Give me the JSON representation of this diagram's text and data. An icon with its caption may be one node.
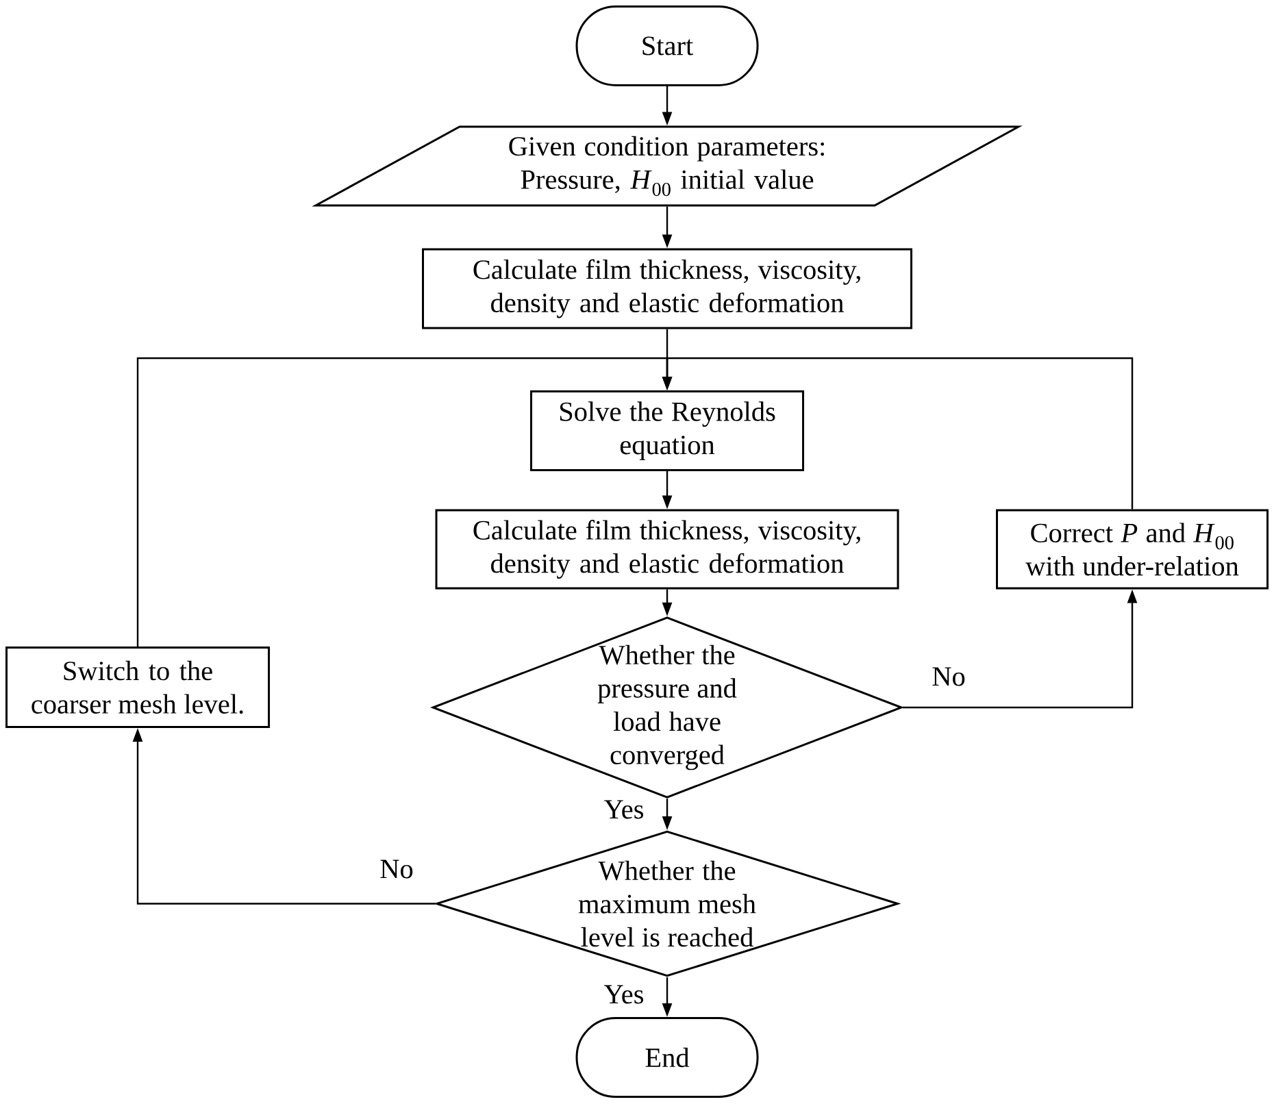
{
  "diagram": {
    "nodes": [
      {
        "text": [
          "Start"
        ]
      },
      {
        "text": [
          "Given condition parameters: Pressure, *H*$_{00}$ initial value"
        ]
      },
      {
        "text": [
          "Calculate film thickness, viscosity, density and elastic deformation"
        ]
      },
      {
        "text": [
          "Solve the Reynolds equation"
        ]
      },
      {
        "text": [
          "Calculate film thickness, viscosity, density and elastic deformation"
        ]
      },
      {
        "text": [
          "Correct *P* and *H*$_{00}$ with under-relation"
        ]
      },
      {
        "text": [
          "Whether the pressure and load have converged"
        ]
      },
      {
        "text": [
          "Switch to the coarser mesh level."
        ]
      },
      {
        "text": [
          "Whether the maximum mesh level is reached"
        ]
      },
      {
        "text": [
          "End"
        ]
      }
    ],
    "edges": [
      {
        "from": 0,
        "to": 1,
        "arrow": "to"
      },
      {
        "from": 1,
        "to": 2,
        "arrow": "to"
      },
      {
        "from": 2,
        "to": 3,
        "arrow": "to"
      },
      {
        "from": 3,
        "to": 4,
        "arrow": "to"
      },
      {
        "from": 4,
        "to": 6,
        "arrow": "to"
      },
      {
        "from": 6,
        "to": 5,
        "arrow": "to",
        "label": "No"
      },
      {
        "from": 5,
        "to": 3,
        "arrow": "to"
      },
      {
        "from": 6,
        "to": 8,
        "arrow": "to",
        "label": "Yes"
      },
      {
        "from": 8,
        "to": 7,
        "arrow": "to",
        "label": "No"
      },
      {
        "from": 7,
        "to": 3,
        "arrow": "to"
      },
      {
        "from": 8,
        "to": 9,
        "arrow": "to",
        "label": "Yes"
      }
    ]
  }
}
